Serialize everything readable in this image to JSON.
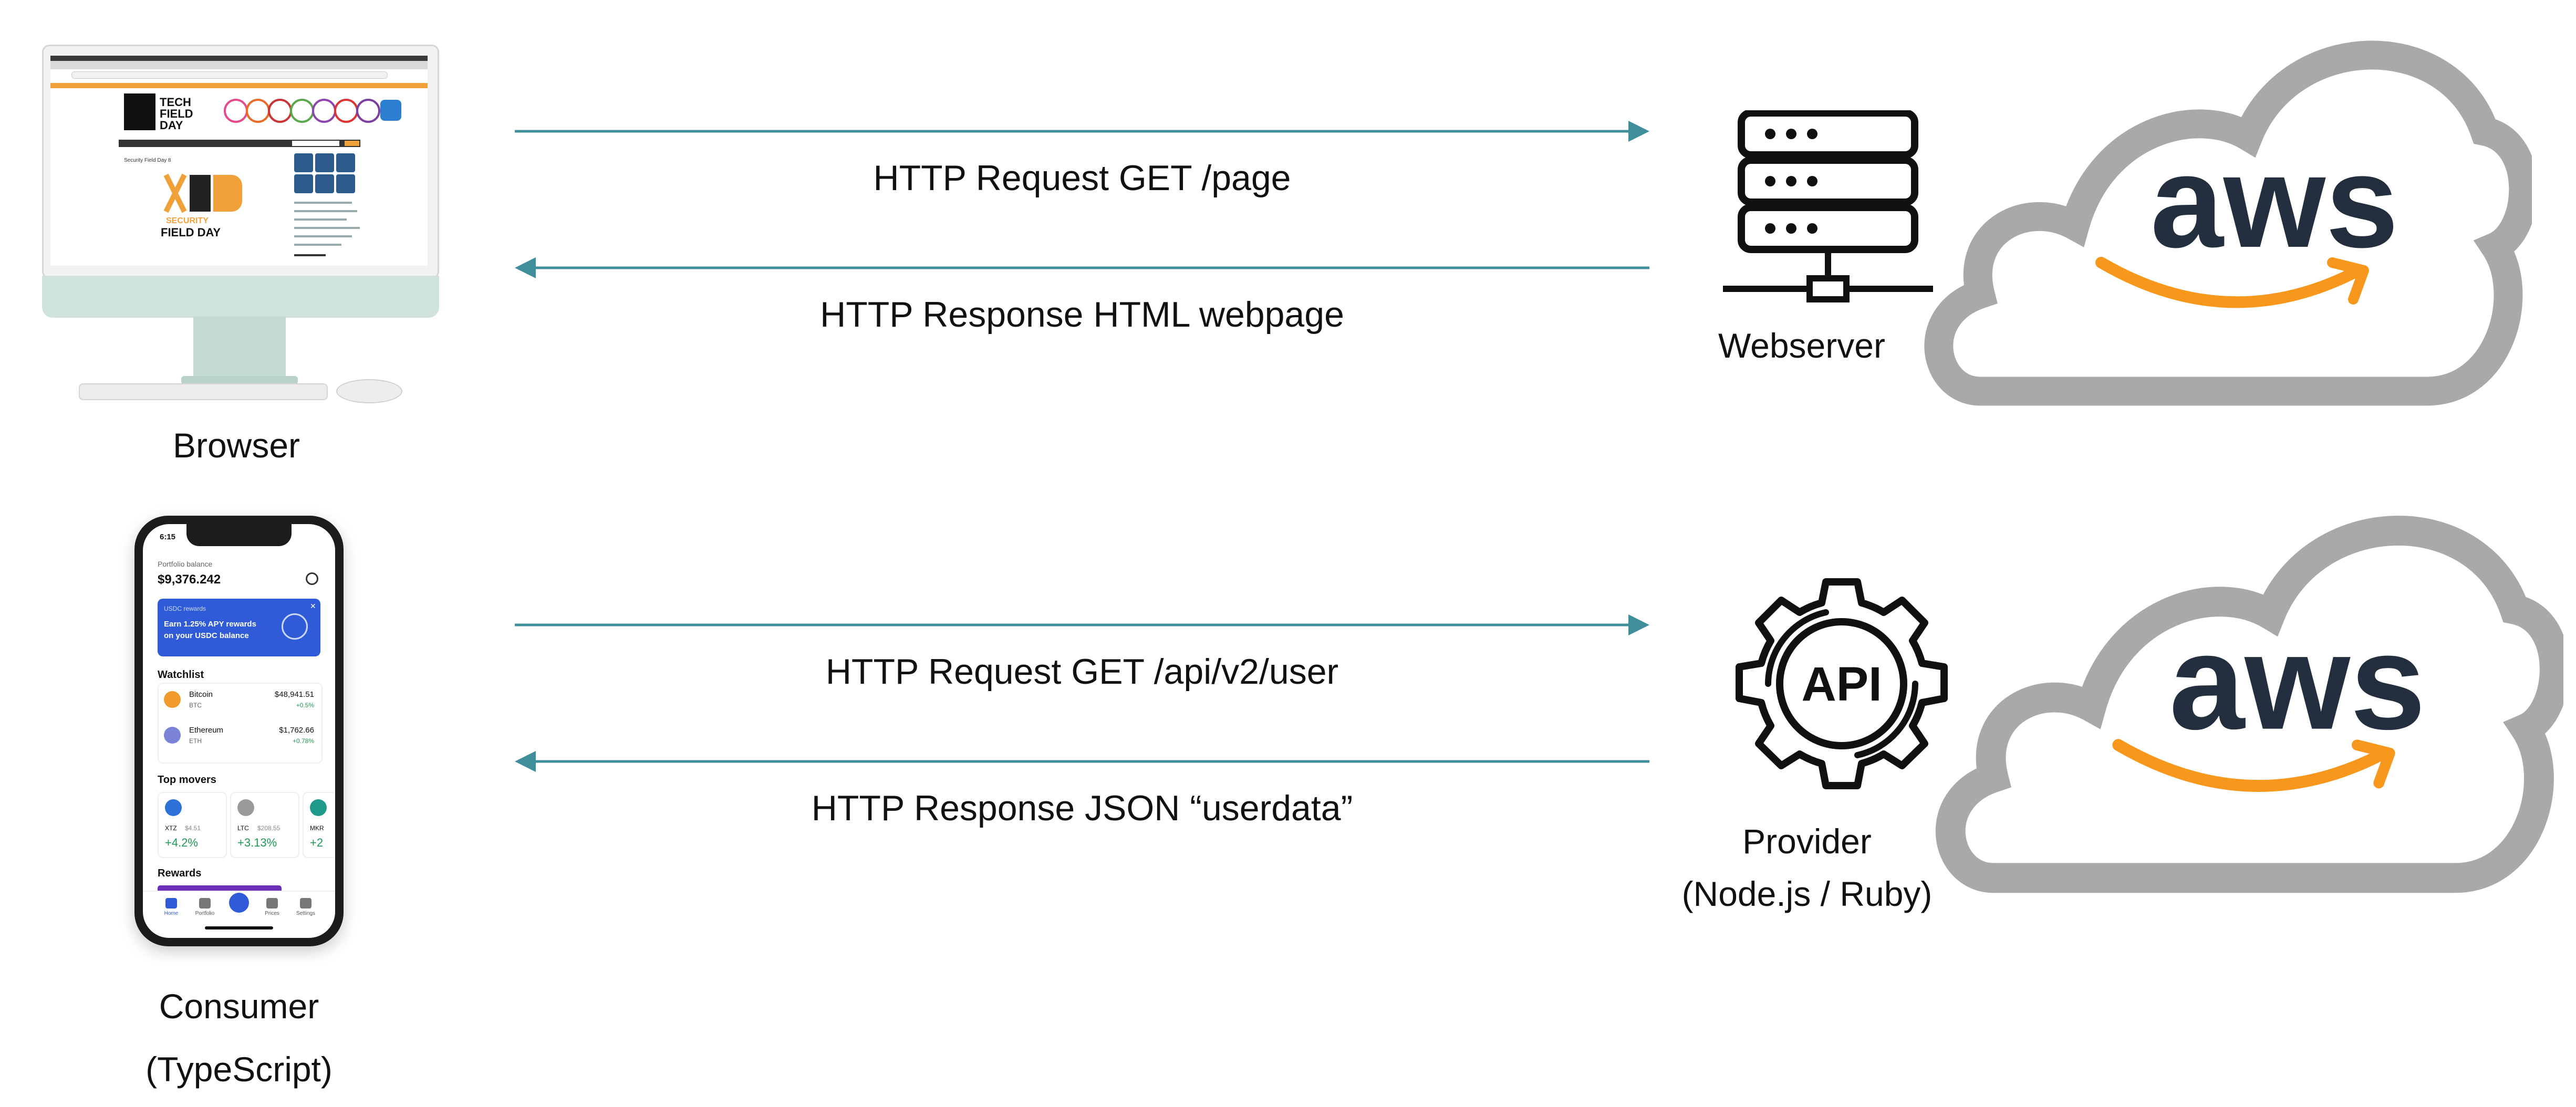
{
  "browser": {
    "label": "Browser",
    "site_logo_small": "TECH FIELD DAY",
    "site_logo_large_1": "SECURITY",
    "site_logo_large_2": "FIELD DAY",
    "page_heading": "Security Field Day 8"
  },
  "consumer": {
    "label_line1": "Consumer",
    "label_line2": "(TypeScript)",
    "phone": {
      "time": "6:15",
      "portfolio_label": "Portfolio balance",
      "balance": "$9,376.242",
      "rewards_small": "USDC rewards",
      "rewards_text_1": "Earn 1.25% APY rewards",
      "rewards_text_2": "on your USDC balance",
      "watchlist_title": "Watchlist",
      "watchlist": [
        {
          "name": "Bitcoin",
          "ticker": "BTC",
          "price": "$48,941.51",
          "change": "+0.5%",
          "color": "#f39a2d"
        },
        {
          "name": "Ethereum",
          "ticker": "ETH",
          "price": "$1,762.66",
          "change": "+0.78%",
          "color": "#7b83d6"
        }
      ],
      "top_movers_title": "Top movers",
      "movers": [
        {
          "ticker": "XTZ",
          "price": "$4.51",
          "change": "+4.2%",
          "color": "#2d72d9"
        },
        {
          "ticker": "LTC",
          "price": "$208.55",
          "change": "+3.13%",
          "color": "#9a9a9a"
        },
        {
          "ticker": "MKR",
          "price": "",
          "change": "+2",
          "color": "#1f9a8a"
        }
      ],
      "rewards_title": "Rewards",
      "tabs": [
        "Home",
        "Portfolio",
        "",
        "Prices",
        "Settings"
      ]
    }
  },
  "webserver": {
    "label": "Webserver"
  },
  "provider": {
    "label_line1": "Provider",
    "label_line2": "(Node.js / Ruby)",
    "icon_text": "API"
  },
  "cloud": {
    "logo_text": "aws",
    "cloud_color": "#a9a9a9",
    "logo_text_color": "#232f3e",
    "smile_color": "#f7981d"
  },
  "arrows": {
    "color": "#3f8e9c",
    "web_request": "HTTP Request GET /page",
    "web_response": "HTTP Response HTML webpage",
    "api_request": "HTTP Request GET /api/v2/user",
    "api_response": "HTTP Response JSON “userdata”"
  }
}
